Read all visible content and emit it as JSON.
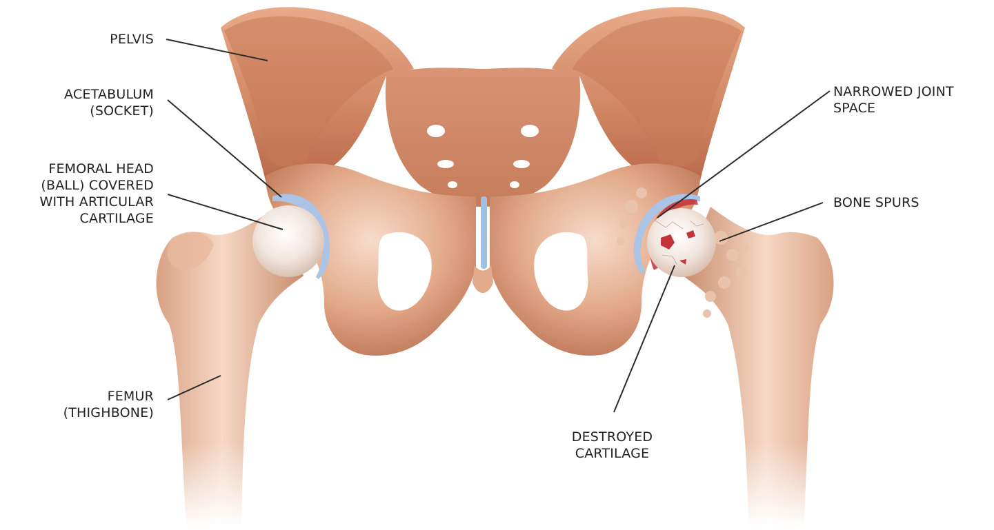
{
  "diagram": {
    "labels": {
      "pelvis": [
        "PELVIS"
      ],
      "acetabulum": [
        "ACETABULUM",
        "(SOCKET)"
      ],
      "femoral_head": [
        "FEMORAL HEAD",
        "(BALL) COVERED",
        "WITH ARTICULAR",
        "CARTILAGE"
      ],
      "femur": [
        "FEMUR",
        "(THIGHBONE)"
      ],
      "narrowed_joint": [
        "NARROWED JOINT",
        "SPACE"
      ],
      "bone_spurs": [
        "BONE SPURS"
      ],
      "destroyed_cartilage": [
        "DESTROYED",
        "CARTILAGE"
      ]
    },
    "colors": {
      "bone_light": "#f1cdb6",
      "bone_mid": "#d99c7a",
      "bone_dark": "#b36a49",
      "sacrum": "#cf8b68",
      "cartilage_blue": "#a9c4e6",
      "damage_red": "#c4323a",
      "line": "#2b2b2b",
      "text": "#222222"
    }
  }
}
